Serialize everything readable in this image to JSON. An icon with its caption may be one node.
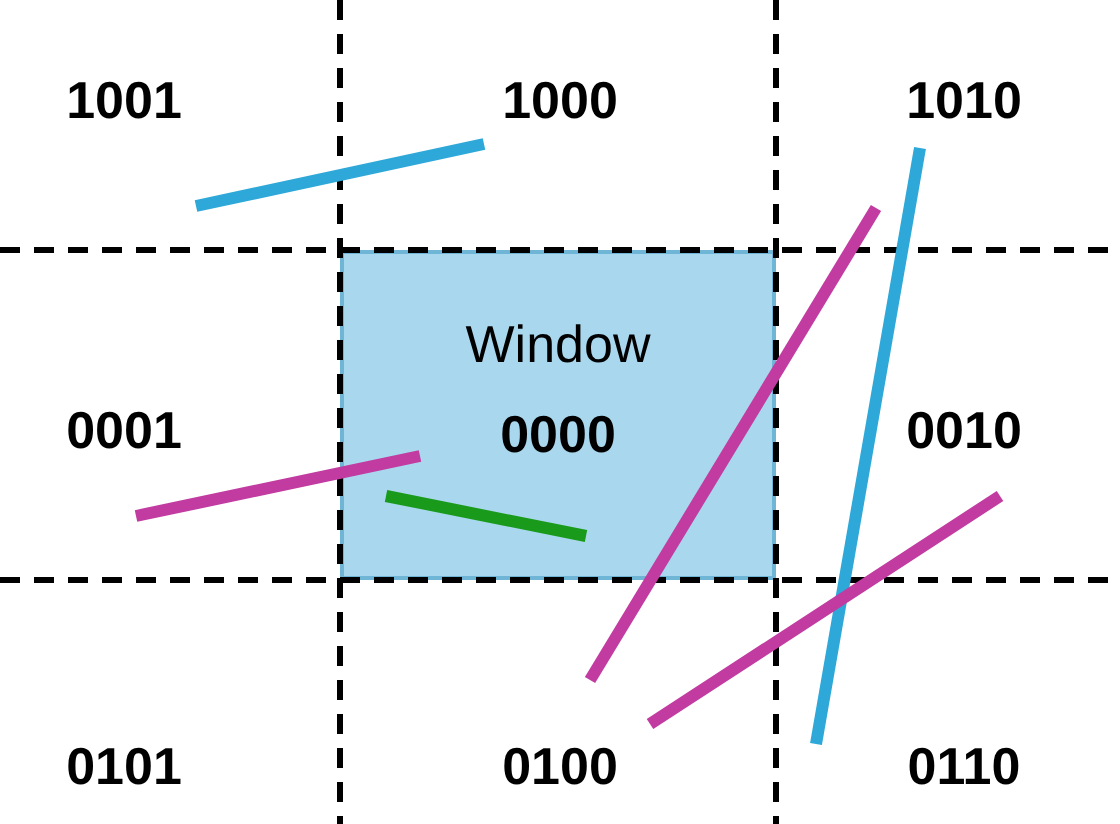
{
  "diagram": {
    "nodes": [
      {
        "text": [
          "Window",
          "0000"
        ]
      }
    ],
    "labels": [
      "1001",
      "1000",
      "1010",
      "0001",
      "0010",
      "0101",
      "0100",
      "0110"
    ]
  }
}
